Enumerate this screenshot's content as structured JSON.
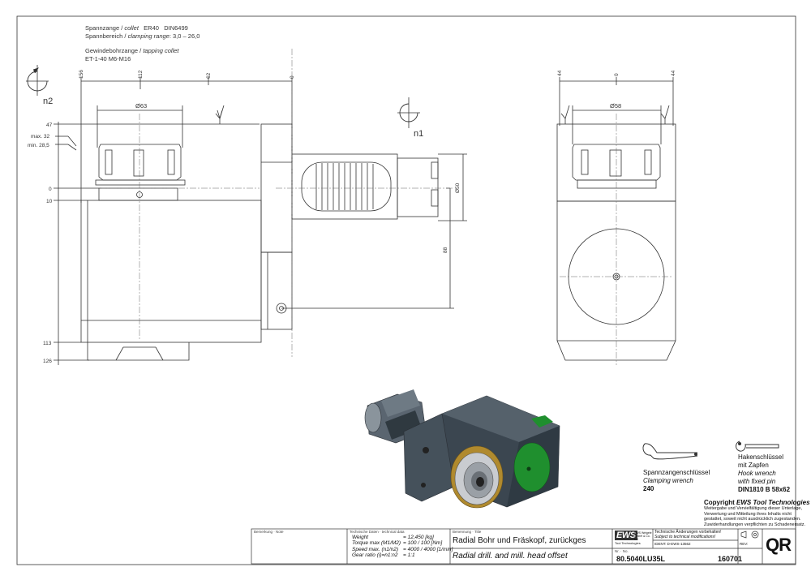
{
  "header": {
    "collet_de": "Spannzange",
    "collet_en": "collet",
    "collet_type": "ER40",
    "collet_std": "DIN6499",
    "range_de": "Spannbereich",
    "range_en": "clamping range",
    "range_val": "3,0 – 26,0",
    "tap_de": "Gewindebohrzange",
    "tap_en": "tapping collet",
    "tap_val": "ET-1-40  M6-M16"
  },
  "front_view": {
    "rot_label": "n2",
    "dim_156": "156",
    "dim_112": "112",
    "dim_62": "62",
    "dim_0": "0",
    "dim_dia63": "Ø63",
    "dim_47": "47",
    "dim_max32": "max. 32",
    "dim_min285": "min. 28,5",
    "dim_y0": "0",
    "dim_10": "10",
    "dim_113": "113",
    "dim_126": "126",
    "dim_dia50": "Ø50",
    "dim_88": "88",
    "shank_rot_label": "n1"
  },
  "side_view": {
    "dim_44l": "44",
    "dim_0": "0",
    "dim_44r": "44",
    "dim_dia58": "Ø58"
  },
  "accessories": {
    "wrench1_de": "Spannzangenschlüssel",
    "wrench1_en": "Clamping wrench",
    "wrench1_num": "240",
    "wrench2_de1": "Hakenschlüssel",
    "wrench2_de2": "mit Zapfen",
    "wrench2_en1": "Hook wrench",
    "wrench2_en2": "with fixed pin",
    "wrench2_num": "DIN1810 B 58x62"
  },
  "copyright": {
    "title": "Copyright",
    "brand": "EWS Tool Technologies",
    "lines": [
      "Weitergabe und Vervielfältigung dieser Unterlage,",
      "Verwertung und Mitteilung ihres Inhalts nicht",
      "gestattet, soweit nicht ausdrücklich zugestanden.",
      "Zuwiderhandlungen verpflichten zu Schadenersatz."
    ]
  },
  "title_block": {
    "remark_label": "Bemerkung · Note",
    "techdata_label": "Technische Daten · technical data",
    "rows": [
      {
        "k": "Weight",
        "v": "= 12,450 [kg]"
      },
      {
        "k": "Torque max (M1/M2)",
        "v": "= 100 / 100 [Nm]"
      },
      {
        "k": "Speed max. (n1/n2)",
        "v": "= 4000 / 4000 [1/min]"
      },
      {
        "k": "Gear ratio (i)=n1:n2",
        "v": "= 1:1"
      }
    ],
    "desc_label": "Benennung · Title",
    "title_de": "Radial Bohr und Fräskopf, zurückges",
    "title_en": "Radial drill. and mill. head offset",
    "logo": "EWS",
    "logo_sub": "Tool Technologies",
    "logo_addr": "EWS Weigele GmbH & Co. KG",
    "notice_1": "Technische Änderungen vorbehalten!",
    "notice_2": "Subject to technical modifications!",
    "ident": "IDENT: D-EWS-13562",
    "rev": "REV:",
    "nr_label": "Nr. · No.",
    "part_no": "80.5040LU35L",
    "drawing_no": "160701",
    "qr": "QR"
  },
  "colors": {
    "green": "#1f8f2e",
    "body": "#3b4650",
    "brass": "#b08a2e"
  }
}
